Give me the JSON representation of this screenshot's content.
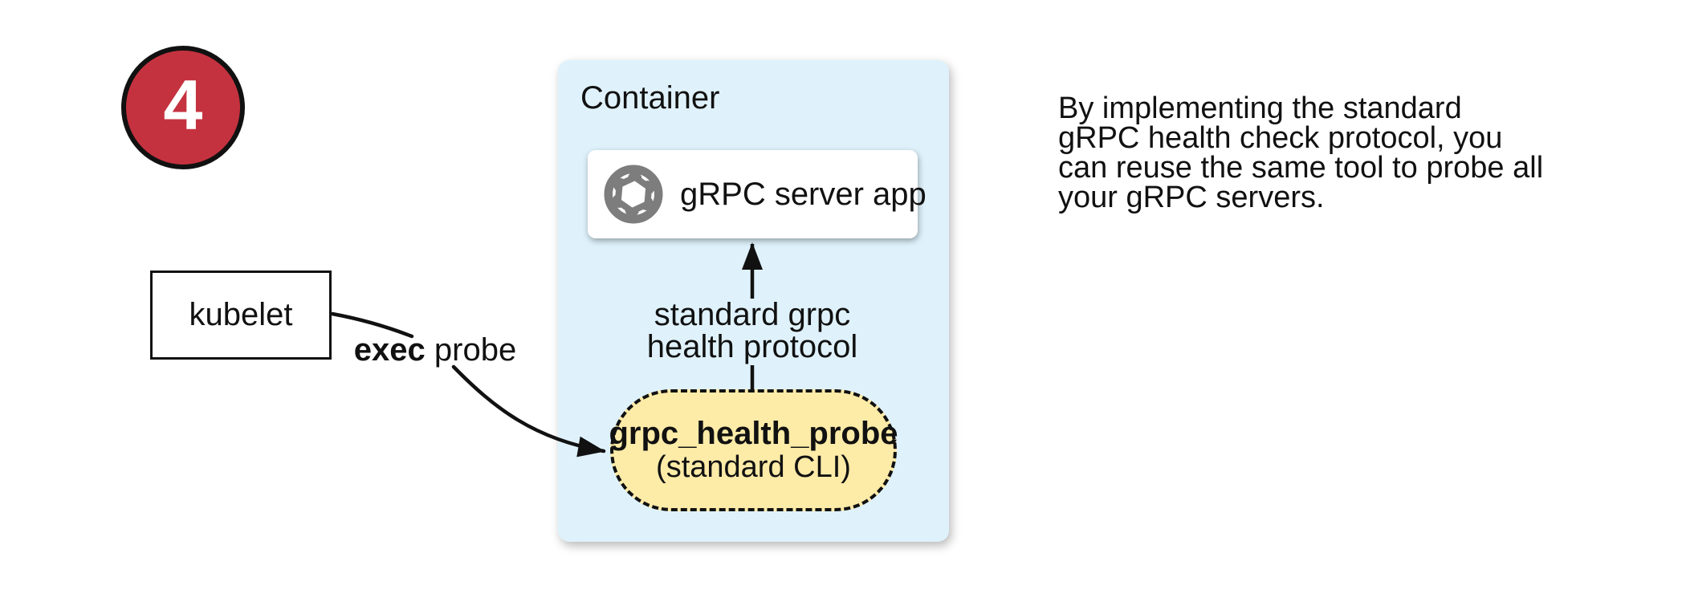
{
  "colors": {
    "badge-red": "#C5323F",
    "container-blue": "#DFF2FC",
    "probe-yellow": "#FDEBA8",
    "icon-gray": "#7D7D7D",
    "ink": "#111111"
  },
  "badge": {
    "number": "4"
  },
  "kubelet": {
    "label": "kubelet"
  },
  "exec_probe_label": {
    "bold": "exec",
    "rest": " probe"
  },
  "container": {
    "title": "Container",
    "server_box": {
      "icon": "aperture-icon",
      "label": "gRPC server app"
    },
    "protocol_label": {
      "line1": "standard grpc",
      "line2": "health protocol"
    },
    "probe_box": {
      "name": "grpc_health_probe",
      "subtitle": "(standard CLI)"
    }
  },
  "note": {
    "lines": [
      "By implementing the standard",
      "gRPC health check protocol, you",
      "can reuse the same tool to probe all",
      "your gRPC servers."
    ]
  }
}
